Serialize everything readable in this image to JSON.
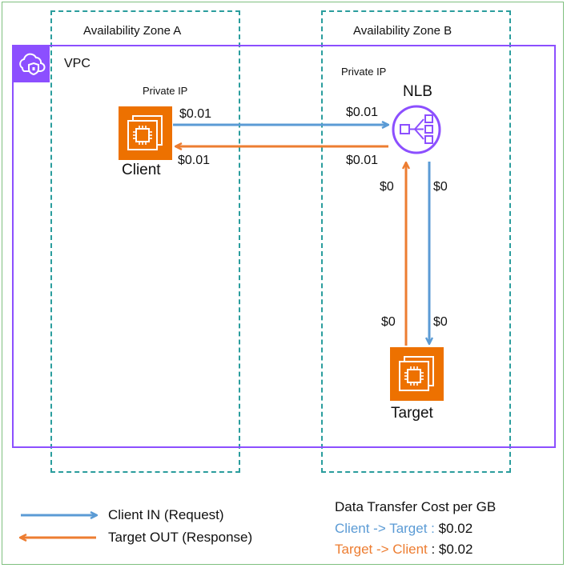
{
  "zones": {
    "a_label": "Availability Zone A",
    "b_label": "Availability Zone B"
  },
  "vpc": {
    "label": "VPC"
  },
  "nodes": {
    "client": {
      "label": "Client",
      "ip_label": "Private IP"
    },
    "nlb": {
      "label": "NLB",
      "ip_label": "Private IP"
    },
    "target": {
      "label": "Target"
    }
  },
  "costs": {
    "client_request": "$0.01",
    "client_response": "$0.01",
    "nlb_request": "$0.01",
    "nlb_response": "$0.01",
    "nlb_down_right": "$0",
    "nlb_up_left": "$0",
    "target_up_left": "$0",
    "target_down_right": "$0"
  },
  "legend": {
    "request_label": "Client IN (Request)",
    "response_label": "Target OUT (Response)"
  },
  "summary": {
    "title": "Data Transfer Cost per GB",
    "client_to_target_label": "Client -> Target :",
    "client_to_target_value": " $0.02",
    "target_to_client_label": "Target -> Client",
    "target_to_client_sep": " :",
    "target_to_client_value": " $0.02"
  },
  "colors": {
    "request": "#5b9bd5",
    "response": "#ed7d31",
    "vpc": "#8c4fff",
    "az": "#2a9d9d",
    "ec2": "#ed7100",
    "nlb": "#8c4fff"
  },
  "icons": {
    "vpc": "vpc-cloud-shield-icon",
    "ec2": "ec2-instance-icon",
    "nlb": "network-load-balancer-icon"
  }
}
